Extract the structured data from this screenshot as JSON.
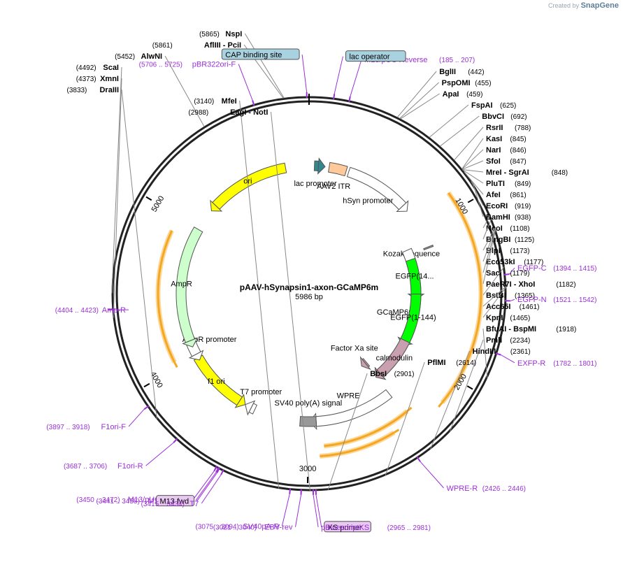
{
  "credit": {
    "prefix": "Created by",
    "brand": "SnapGene"
  },
  "plasmid": {
    "name": "pAAV-hSynapsin1-axon-GCaMP6m",
    "size_bp": 5986,
    "size_label": "5986 bp"
  },
  "ticks": [
    {
      "bp": 1000,
      "label": "1000"
    },
    {
      "bp": 2000,
      "label": "2000"
    },
    {
      "bp": 3000,
      "label": "3000"
    },
    {
      "bp": 4000,
      "label": "4000"
    },
    {
      "bp": 5000,
      "label": "5000"
    }
  ],
  "features": [
    {
      "name": "ori",
      "start": 5210,
      "end": 5810,
      "strand": -1,
      "ring": 0,
      "color": "#ffff00",
      "label": "ori",
      "label_inside": true
    },
    {
      "name": "lac-promoter",
      "start": 40,
      "end": 70,
      "strand": 1,
      "ring": 0,
      "color": "#33878f",
      "label": "lac promoter",
      "label_inside": false
    },
    {
      "name": "aav2-itr",
      "start": 150,
      "end": 280,
      "strand": 0,
      "ring": 0,
      "color": "#ffc999",
      "label": "AAV2 ITR",
      "label_inside": false
    },
    {
      "name": "hsyn-promoter",
      "start": 300,
      "end": 780,
      "strand": 1,
      "ring": 0,
      "color": "#ffffff",
      "label": "hSyn promoter",
      "label_inside": false
    },
    {
      "name": "kozak-sequence",
      "start": 1140,
      "end": 1150,
      "strand": 0,
      "ring": 0,
      "color": "#999999",
      "label": "Kozak sequence",
      "label_inside": false
    },
    {
      "name": "gcamp6m",
      "start": 1100,
      "end": 2300,
      "strand": 1,
      "ring": 1,
      "color": "#ffffff",
      "label": "GCaMP6m",
      "label_inside": false
    },
    {
      "name": "egfp-14",
      "start": 1190,
      "end": 1500,
      "strand": 1,
      "ring": 2,
      "color": "#00ff00",
      "label": "EGFP(14...",
      "label_inside": true
    },
    {
      "name": "egfp-1-144",
      "start": 1500,
      "end": 1930,
      "strand": 1,
      "ring": 2,
      "color": "#00ff00",
      "label": "EGFP(1-144)",
      "label_inside": true
    },
    {
      "name": "calmodulin",
      "start": 1930,
      "end": 2300,
      "strand": 1,
      "ring": 2,
      "color": "#c9a0b0",
      "label": "calmodulin",
      "label_inside": true
    },
    {
      "name": "factor-xa-site",
      "start": 2330,
      "end": 2345,
      "strand": 1,
      "ring": 3,
      "color": "#c9a0b0",
      "label": "Factor Xa site",
      "label_inside": false
    },
    {
      "name": "wpre",
      "start": 2350,
      "end": 2940,
      "strand": 1,
      "ring": 0,
      "color": "#ffffff",
      "label": "WPRE",
      "label_inside": false
    },
    {
      "name": "sv40-polya",
      "start": 2940,
      "end": 3060,
      "strand": 0,
      "ring": 0,
      "color": "#999999",
      "label": "SV40 poly(A) signal",
      "label_inside": false
    },
    {
      "name": "t7-promoter",
      "start": 3410,
      "end": 3440,
      "strand": 1,
      "ring": 0,
      "color": "#ffffff",
      "label": "T7 promoter",
      "label_inside": false
    },
    {
      "name": "f1-ori",
      "start": 3540,
      "end": 3990,
      "strand": -1,
      "ring": 0,
      "color": "#ffff00",
      "label": "f1 ori",
      "label_inside": true
    },
    {
      "name": "ampr-promoter",
      "start": 4020,
      "end": 4130,
      "strand": -1,
      "ring": 0,
      "color": "#ffffff",
      "label": "AmpR promoter",
      "label_inside": false
    },
    {
      "name": "ampr",
      "start": 4130,
      "end": 4990,
      "strand": -1,
      "ring": 0,
      "color": "#ccffcc",
      "label": "AmpR",
      "label_inside": true
    }
  ],
  "orfs": [
    {
      "start": 900,
      "end": 2150,
      "strand": 1
    },
    {
      "start": 2330,
      "end": 2900,
      "strand": -1
    },
    {
      "start": 2470,
      "end": 2930,
      "strand": -1
    },
    {
      "start": 4040,
      "end": 4900,
      "strand": -1
    }
  ],
  "sites": [
    {
      "name": "NspI",
      "pos": 5865,
      "side": "left",
      "pos_label": "(5865)"
    },
    {
      "name": "AflIII",
      "name2": "PciI",
      "pos": 5861,
      "side": "left",
      "pos_label": "(5861)"
    },
    {
      "name": "AlwNI",
      "pos": 5452,
      "side": "left",
      "pos_label": "(5452)"
    },
    {
      "name": "ScaI",
      "pos": 4492,
      "side": "left",
      "pos_label": "(4492)"
    },
    {
      "name": "XmnI",
      "pos": 4373,
      "side": "left",
      "pos_label": "(4373)"
    },
    {
      "name": "DraIII",
      "pos": 3833,
      "side": "left",
      "pos_label": "(3833)"
    },
    {
      "name": "MfeI",
      "pos": 3140,
      "side": "left",
      "pos_label": "(3140)"
    },
    {
      "name": "EagI",
      "name2": "NotI",
      "pos": 2988,
      "side": "left",
      "pos_label": "(2988)"
    },
    {
      "name": "BglII",
      "pos": 442,
      "side": "right",
      "pos_label": "(442)"
    },
    {
      "name": "PspOMI",
      "pos": 455,
      "side": "right",
      "pos_label": "(455)"
    },
    {
      "name": "ApaI",
      "pos": 459,
      "side": "right",
      "pos_label": "(459)"
    },
    {
      "name": "FspAI",
      "pos": 625,
      "side": "right",
      "pos_label": "(625)"
    },
    {
      "name": "BbvCI",
      "pos": 692,
      "side": "right",
      "pos_label": "(692)"
    },
    {
      "name": "RsrII",
      "pos": 788,
      "side": "right",
      "pos_label": "(788)"
    },
    {
      "name": "KasI",
      "pos": 845,
      "side": "right",
      "pos_label": "(845)"
    },
    {
      "name": "NarI",
      "pos": 846,
      "side": "right",
      "pos_label": "(846)"
    },
    {
      "name": "SfoI",
      "pos": 847,
      "side": "right",
      "pos_label": "(847)"
    },
    {
      "name": "MreI",
      "name2": "SgrAI",
      "pos": 848,
      "side": "right",
      "pos_label": "(848)"
    },
    {
      "name": "PluTI",
      "pos": 849,
      "side": "right",
      "pos_label": "(849)"
    },
    {
      "name": "AfeI",
      "pos": 861,
      "side": "right",
      "pos_label": "(861)"
    },
    {
      "name": "EcoRI",
      "pos": 919,
      "side": "right",
      "pos_label": "(919)"
    },
    {
      "name": "BamHI",
      "pos": 938,
      "side": "right",
      "pos_label": "(938)"
    },
    {
      "name": "NcoI",
      "pos": 1108,
      "side": "right",
      "pos_label": "(1108)"
    },
    {
      "name": "BmgBI",
      "pos": 1125,
      "side": "right",
      "pos_label": "(1125)"
    },
    {
      "name": "BlpI",
      "pos": 1173,
      "side": "right",
      "pos_label": "(1173)"
    },
    {
      "name": "Eco53kI",
      "pos": 1177,
      "side": "right",
      "pos_label": "(1177)"
    },
    {
      "name": "SacI",
      "pos": 1179,
      "side": "right",
      "pos_label": "(1179)"
    },
    {
      "name": "PaeR7I",
      "name2": "XhoI",
      "pos": 1182,
      "side": "right",
      "pos_label": "(1182)"
    },
    {
      "name": "BstBI",
      "pos": 1365,
      "side": "right",
      "pos_label": "(1365)"
    },
    {
      "name": "Acc65I",
      "pos": 1461,
      "side": "right",
      "pos_label": "(1461)"
    },
    {
      "name": "KpnI",
      "pos": 1465,
      "side": "right",
      "pos_label": "(1465)"
    },
    {
      "name": "BfuAI",
      "name2": "BspMI",
      "pos": 1918,
      "side": "right",
      "pos_label": "(1918)"
    },
    {
      "name": "PmlI",
      "pos": 2234,
      "side": "right",
      "pos_label": "(2234)"
    },
    {
      "name": "HindIII",
      "pos": 2361,
      "side": "right",
      "pos_label": "(2361)"
    },
    {
      "name": "PflMI",
      "pos": 2614,
      "side": "right",
      "pos_label": "(2614)"
    },
    {
      "name": "BbsI",
      "pos": 2901,
      "side": "right",
      "pos_label": "(2901)"
    }
  ],
  "primers": [
    {
      "name": "pBR322ori-F",
      "range": "(5706 .. 5725)",
      "pos": 5715,
      "side": "left",
      "boxed": false
    },
    {
      "name": "Amp-R",
      "range": "(4404 .. 4423)",
      "pos": 4413,
      "side": "left",
      "boxed": false
    },
    {
      "name": "F1ori-F",
      "range": "(3897 .. 3918)",
      "pos": 3907,
      "side": "left",
      "boxed": false
    },
    {
      "name": "F1ori-R",
      "range": "(3687 .. 3706)",
      "pos": 3696,
      "side": "left",
      "boxed": false
    },
    {
      "name": "M13/pUC Forward",
      "range": "(3450 .. 3472)",
      "pos": 3461,
      "side": "left",
      "boxed": false
    },
    {
      "name": "M13 Forward",
      "range": "(3441 .. 3458)",
      "pos": 3450,
      "side": "left",
      "boxed": false
    },
    {
      "name": "M13 fwd",
      "range": "",
      "pos": 3445,
      "side": "left",
      "boxed": true
    },
    {
      "name": "T7",
      "range": "(3415 .. 3434)",
      "pos": 3424,
      "side": "left",
      "boxed": false
    },
    {
      "name": "SV40pA-R",
      "range": "(3075 .. 3094)",
      "pos": 3085,
      "side": "left",
      "boxed": false
    },
    {
      "name": "EBV-rev",
      "range": "(3021 .. 3040)",
      "pos": 3031,
      "side": "left",
      "boxed": false
    },
    {
      "name": "M13/pUC Reverse",
      "range": "(185 .. 207)",
      "pos": 196,
      "side": "right",
      "boxed": false
    },
    {
      "name": "CAP binding site",
      "range": "",
      "pos": 5975,
      "side": "right",
      "boxed": true,
      "box_color": "#a9d2e0"
    },
    {
      "name": "lac operator",
      "range": "",
      "pos": 120,
      "side": "right",
      "boxed": true,
      "box_color": "#a9d2e0"
    },
    {
      "name": "EGFP-C",
      "range": "(1394 .. 1415)",
      "pos": 1404,
      "side": "right",
      "boxed": false
    },
    {
      "name": "EGFP-N",
      "range": "(1521 .. 1542)",
      "pos": 1531,
      "side": "right",
      "boxed": false
    },
    {
      "name": "EXFP-R",
      "range": "(1782 .. 1801)",
      "pos": 1791,
      "side": "right",
      "boxed": false
    },
    {
      "name": "WPRE-R",
      "range": "(2426 .. 2446)",
      "pos": 2436,
      "side": "right",
      "boxed": false
    },
    {
      "name": "KS primer",
      "range": "",
      "pos": 2960,
      "side": "right",
      "boxed": true
    },
    {
      "name": "pBluescriptKS",
      "range": "(2965 .. 2981)",
      "pos": 2973,
      "side": "right",
      "boxed": false
    }
  ],
  "colors": {
    "primer": "#9b30d9",
    "orf": "#f5a623",
    "orf_glow": "#fbd99a",
    "backbone": "#222222"
  }
}
